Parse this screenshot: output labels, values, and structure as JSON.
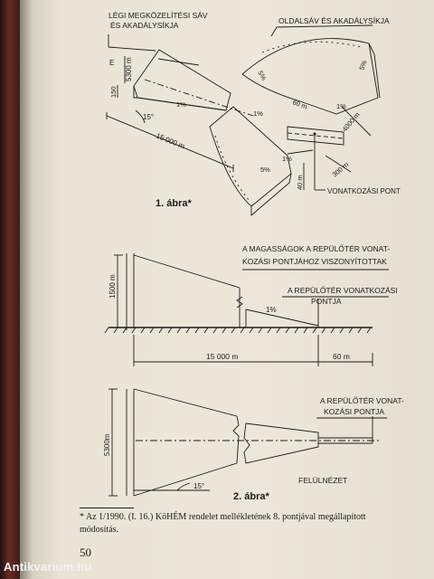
{
  "figure1": {
    "label_top_left": [
      "LÉGI MEGKÖZELÍTÉSI SÁV",
      "ÉS AKADÁLYSÍKJA"
    ],
    "label_top_right": "OLDALSÁV ÉS AKADÁLYSÍKJA",
    "dim_5300": "5300 m",
    "dim_150": "150",
    "dim_E": "E",
    "angle_15": "15°",
    "slope_1a": "1%",
    "slope_1b": "1%",
    "slope_1c": "1%",
    "slope_1d": "1%",
    "dim_15000": "15 000 m",
    "dim_60": "60 m",
    "dim_4000": "4000 m",
    "dim_300": "300 m",
    "dim_40": "40 m",
    "slope_5a": "5%",
    "slope_5b": "5%",
    "slope_5c": "5%",
    "ref_point_label": "VONATKOZÁSI PONT",
    "caption": "1. ábra*"
  },
  "figure2": {
    "heights_note": [
      "A MAGASSÁGOK A REPÜLŐTÉR VONAT-",
      "KOZÁSI PONTJÁHOZ VISZONYÍTOTTAK"
    ],
    "ref_label_elev": [
      "A REPÜLŐTÉR VONATKOZÁSI",
      "PONTJA"
    ],
    "dim_1500": "1500 m",
    "slope": "1%",
    "dim_15000": "15 000 m",
    "dim_60": "60 m",
    "ref_label_plan": [
      "A REPÜLŐTÉR VONAT-",
      "KOZÁSI PONTJA"
    ],
    "dim_5300": "5300m",
    "angle_15": "15°",
    "plan_view": "FELÜLNÉZET",
    "caption": "2. ábra*"
  },
  "footnote": {
    "text": "* Az 1/1990. (I. 16.) KöHÉM rendelet mellékletének 8. pontjával megállapított módosítás."
  },
  "page_number": "50",
  "watermark": "Antikvarium.hu"
}
